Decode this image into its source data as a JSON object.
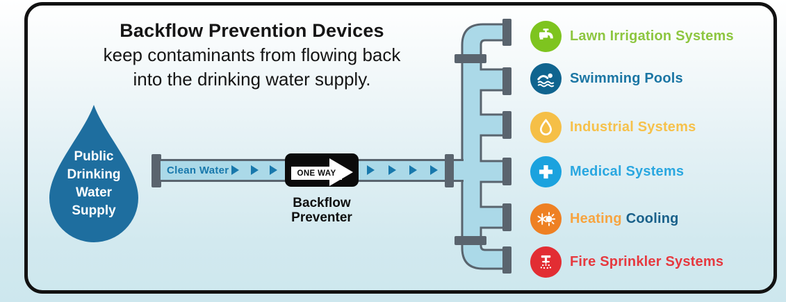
{
  "title": {
    "line1": "Backflow Prevention Devices",
    "line2": "keep contaminants from flowing back",
    "line3": "into the drinking water supply."
  },
  "drop": {
    "lines": [
      "Public",
      "Drinking",
      "Water",
      "Supply"
    ]
  },
  "pipe": {
    "clean_water_label": "Clean Water"
  },
  "backflow_preventer": {
    "sign_label": "ONE WAY",
    "caption_line1": "Backflow",
    "caption_line2": "Preventer"
  },
  "destinations": [
    {
      "label": "Lawn Irrigation Systems",
      "icon": "faucet-icon",
      "icon_color": "#7ec41f",
      "label_color": "#8dc63f"
    },
    {
      "label": "Swimming Pools",
      "icon": "swimmer-icon",
      "icon_color": "#10648f",
      "label_color": "#1b76a4"
    },
    {
      "label": "Industrial Systems",
      "icon": "droplet-icon",
      "icon_color": "#f5bf47",
      "label_color": "#f6c14b"
    },
    {
      "label": "Medical Systems",
      "icon": "medical-cross-icon",
      "icon_color": "#1ba2de",
      "label_color": "#2aa7e0"
    },
    {
      "word1": "Heating",
      "word2": "Cooling",
      "icon": "snowflake-sun-icon",
      "icon_color": "#ee8023",
      "word1_color": "#f7a440",
      "word2_color": "#19608a"
    },
    {
      "label": "Fire Sprinkler Systems",
      "icon": "sprinkler-icon",
      "icon_color": "#e22d33",
      "label_color": "#e6393f"
    }
  ],
  "colors": {
    "pipe_fill": "#abd9e8",
    "pipe_stroke": "#59646e",
    "metal": "#5a646e",
    "flow_text": "#1878ac",
    "drop_fill": "#1e6e9f",
    "sign_bg": "#0b0b0b",
    "card_border": "#121212",
    "title_text": "#151515"
  }
}
